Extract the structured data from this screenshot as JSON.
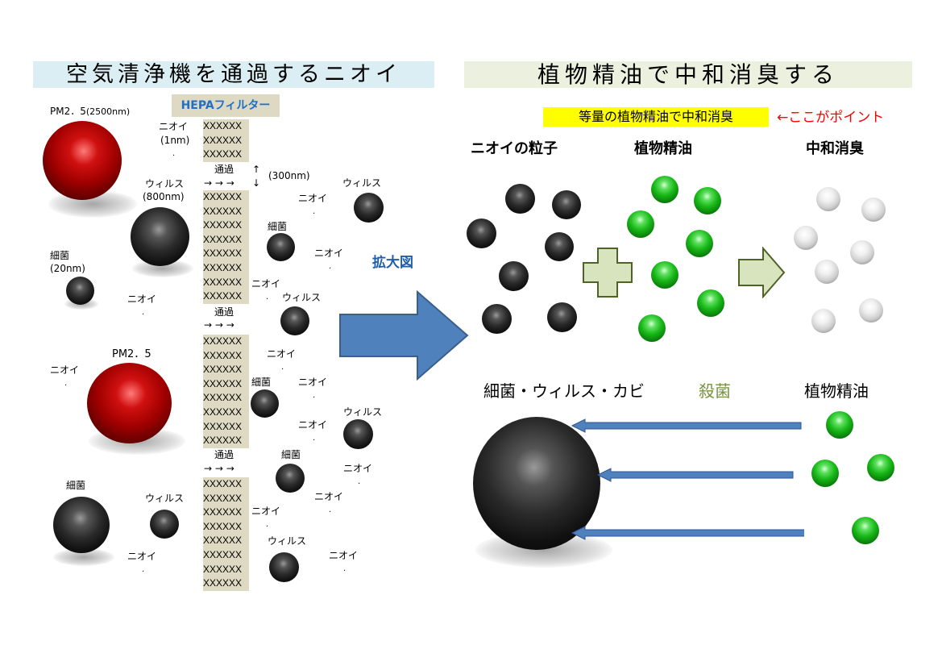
{
  "left_title": "空気清浄機を通過するニオイ",
  "right_title": "植物精油で中和消臭する",
  "hepa_label": "HEPAフィルター",
  "filter_mark": "XXXXXX",
  "pass_label": "通過",
  "arrows_right": "→ → →",
  "arrow_up": "↑",
  "arrow_down": "↓",
  "size_300": "(300nm)",
  "pm_2500": "PM2．5",
  "pm_2500_size": "(2500nm)",
  "pm_small": "PM2．5",
  "odor": "ニオイ",
  "odor_size": "(1nm)",
  "virus": "ウィルス",
  "virus_size": "(800nm)",
  "bacteria": "細菌",
  "bacteria_size": "(20nm)",
  "dot": ".",
  "zoom_label": "拡大図",
  "highlight_note": "等量の植物精油で中和消臭",
  "point_note": "←ここがポイント",
  "col_odor": "ニオイの粒子",
  "col_oil": "植物精油",
  "col_neutral": "中和消臭",
  "germs_label": "細菌・ウィルス・カビ",
  "sterilize_label": "殺菌",
  "oil_label": "植物精油",
  "colors": {
    "left_title_bg": "#dbeef3",
    "right_title_bg": "#ebf1de",
    "filter_bg": "#ddd9c3",
    "hepa_text": "#1f6fc6",
    "big_arrow": "#4f81bd",
    "highlight_bg": "#ffff00",
    "point_text": "#ff0000",
    "sterilize_text": "#77933c",
    "shape_fill": "#d7e4bd",
    "shape_stroke": "#4f6228"
  }
}
